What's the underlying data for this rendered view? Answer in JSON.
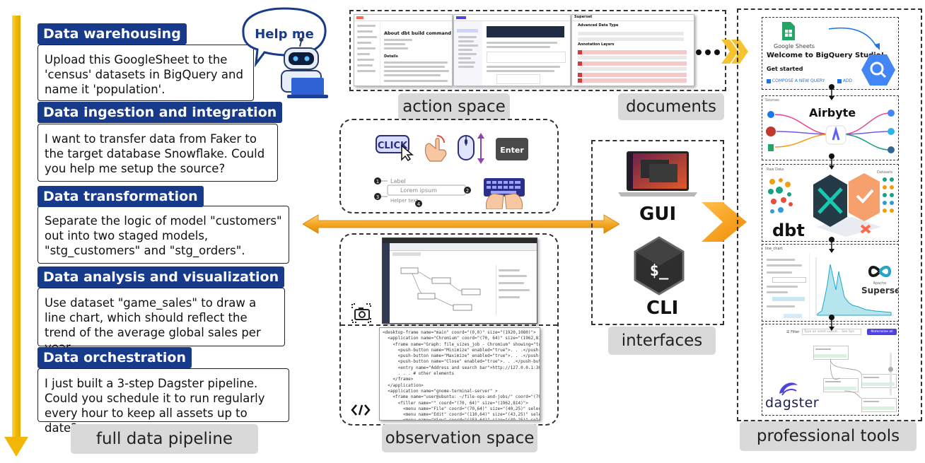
{
  "help_bubble": "Help me",
  "tasks": [
    {
      "title": "Data warehousing",
      "text": "Upload this GoogleSheet to the 'census' datasets in BigQuery and name it 'population'."
    },
    {
      "title": "Data ingestion and integration",
      "text": "I want to transfer data from Faker to the target database Snowflake. Could you help me setup the source?"
    },
    {
      "title": "Data transformation",
      "text": "Separate the logic of model \"customers\" out into two staged models, \"stg_customers\" and \"stg_orders\"."
    },
    {
      "title": "Data analysis and visualization",
      "text": "Use dataset \"game_sales\" to draw a line chart, which should reflect the trend of the average global sales per year."
    },
    {
      "title": "Data orchestration",
      "text": "I just built a 3-step Dagster pipeline. Could you schedule it to run regularly every hour to keep all assets up to date?"
    }
  ],
  "labels": {
    "pipeline": "full data pipeline",
    "action_space": "action space",
    "documents": "documents",
    "interfaces": "interfaces",
    "observation_space": "observation space",
    "professional_tools": "professional tools"
  },
  "documents": {
    "dbt_title": "About dbt build command",
    "dbt_sub": "Details",
    "superset_brand": "Superset",
    "superset_title": "Advanced Data Type",
    "superset_sub": "Annotation Layers"
  },
  "action": {
    "click": "CLICK",
    "enter": "Enter",
    "form_label": "Label",
    "form_placeholder": "Lorem ipsum",
    "form_helper": "Helper text",
    "marker_1": "1",
    "marker_2": "2",
    "marker_3": "3",
    "marker_4": "4"
  },
  "interfaces": {
    "gui": "GUI",
    "cli": "CLI",
    "terminal_prompt": "$_"
  },
  "tools": {
    "bigquery": {
      "sheets_label": "Google Sheets",
      "welcome": "Welcome to BigQuery Studio!",
      "get_started": "Get started",
      "compose": "COMPOSE A NEW QUERY",
      "add": "ADD"
    },
    "airbyte": {
      "name": "Airbyte",
      "sources": "Sources"
    },
    "dbt": {
      "name": "dbt",
      "raw": "Raw Data",
      "datasets": "Datasets"
    },
    "superset": {
      "apache": "Apache",
      "name": "Superset",
      "chart_title": "line_chart"
    },
    "dagster": {
      "name": "dagster",
      "filter": "Filter",
      "search": "Type an asset subset… See Syn",
      "materialize": "Materialize all"
    }
  },
  "observation_xml": "<desktop-frame name=\"main\" coord=\"(0,0)\" size=\"(1920,1080)\">\n  <application name=\"Chromium\" coord=\"(70, 64)\" size=\"(1962,814)\">\n    <frame name=\"Graph: file_sizes_job - Chromium\" showing=\"true\" visible=\"true\">\n      <push-button name=\"Minimize\" enabled=\"true\">. . .</push-button>\n      <push-button name=\"Maximize\" enabled=\"true\">. . .</push-button>\n      <push-button name=\"Close\" enabled=\"true\">. . .</push-button>\n      <entry name=\"Address and search bar\">http://127.0.0.1:3000/. . .</entry>\n      . . . # other elements\n    </frame>\n  </application>\n  <application name=\"gnome-terminal-server\" >\n    <frame name=\"user@ubuntu: ~/file-ops-and-jobs/\" coord=\"(70,27)\" size=\"(1962,951)\">\n      <filler name=\"\" coord=\"(70, 64)\" size=\"(1962,814)\">\n        <menu name=\"File\" coord=\"(70,64)\" size=\"(40,25)\" selectable=\"true\">. . .</menu>\n        <menu name=\"Edit\" coord=\"(110,64)\" size=\"(43,25)\" selectable=\"true\">. . .</menu>\n        <menu name=\"View\" coord=\"(153,64)\" size=\"(49,25)\" selectable=\"true\">. . .</menu>\n        <menu name=\"Help\" coord=\"(337,64)\" size=\"(47,25)\" selectable=\"true\">. . .</menu>\n        . . . # other elements\n      </filler>\n    </frame>\n  </application>\n  . . . # other application windows\n</desktop-frame>",
  "colors": {
    "task_title_bg": "#173a8a",
    "pipeline_arrow": "#f4c21c",
    "double_arrow": "#f5a623",
    "accent_orange": "#f39c12"
  }
}
